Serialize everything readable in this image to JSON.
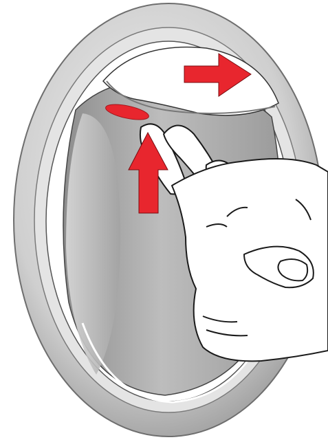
{
  "illustration": {
    "subject": "recessed-oval-pull-with-release-tab",
    "colors": {
      "background": "#ffffff",
      "rim": "#c9c9c9",
      "rim_dark": "#8a8a8a",
      "cavity": "#a7a7a7",
      "cavity_light": "#d8d8d8",
      "tab": "#e8262e",
      "arrow": "#e8262e",
      "hand_fill": "#ffffff",
      "outline": "#1a1a1a"
    },
    "arrows": [
      {
        "name": "push-right-arrow",
        "direction": "right"
      },
      {
        "name": "lift-up-arrow",
        "direction": "up"
      }
    ]
  }
}
